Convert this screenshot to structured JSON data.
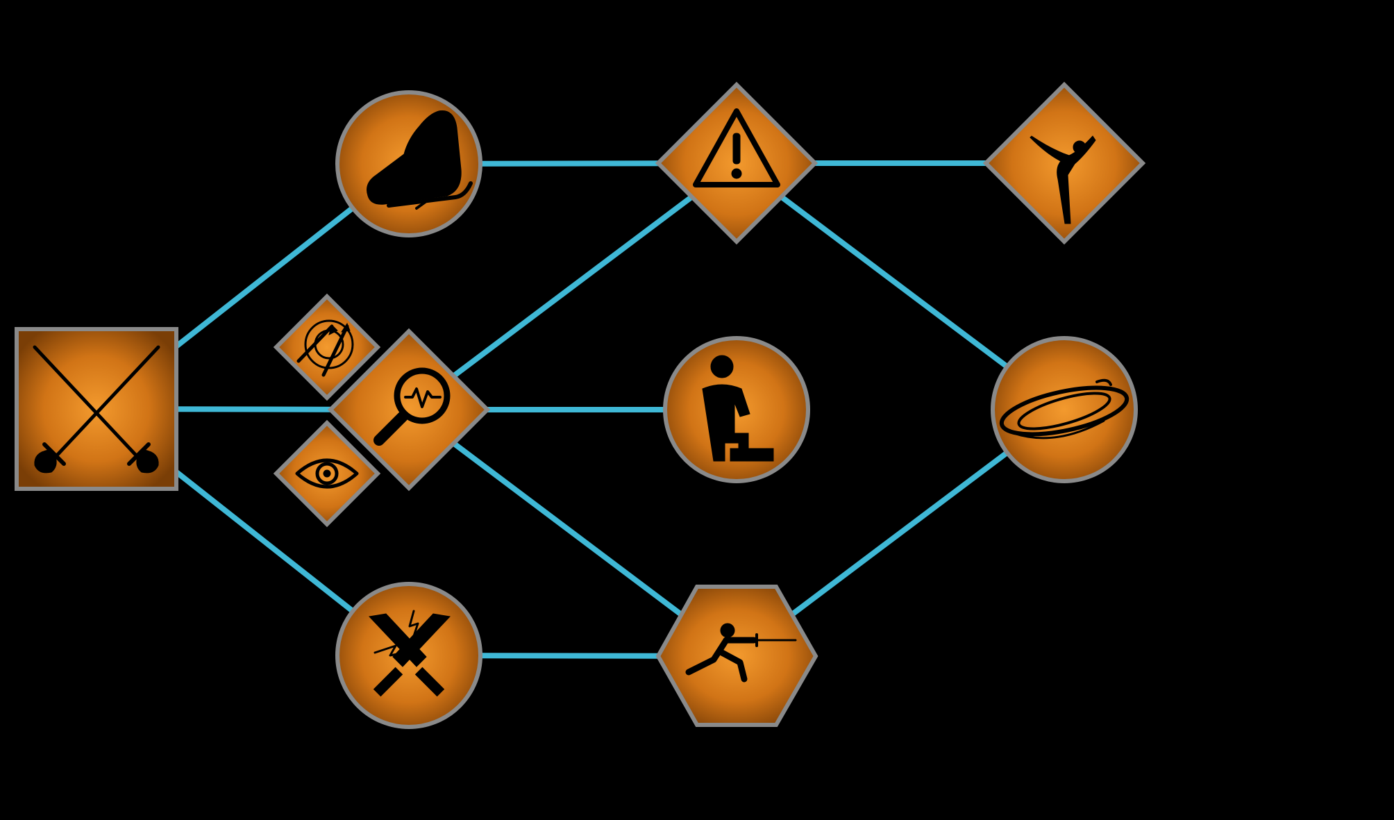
{
  "screen": {
    "background": "#000000",
    "connector_color": "#3fb8d6",
    "node_fill_center": "#f39a2e",
    "node_fill_edge": "#7a3e06",
    "node_border": "#8a8a8a"
  },
  "nodes": [
    {
      "id": "root",
      "shape": "square",
      "icon": "crossed-swords-icon"
    },
    {
      "id": "sprint",
      "shape": "circle",
      "icon": "running-shoe-icon"
    },
    {
      "id": "analyze",
      "shape": "diamond",
      "icon": "magnifier-pulse-icon"
    },
    {
      "id": "bleed",
      "shape": "circle",
      "icon": "broken-swords-icon"
    },
    {
      "id": "precision",
      "shape": "diamond-small",
      "icon": "target-arrows-icon"
    },
    {
      "id": "perception",
      "shape": "diamond-small",
      "icon": "eye-target-icon"
    },
    {
      "id": "warning",
      "shape": "diamond",
      "icon": "warning-triangle-icon"
    },
    {
      "id": "stance",
      "shape": "circle",
      "icon": "step-up-figure-icon"
    },
    {
      "id": "lunge",
      "shape": "hexagon",
      "icon": "fencer-lunge-icon"
    },
    {
      "id": "agility",
      "shape": "diamond",
      "icon": "acrobat-figure-icon"
    },
    {
      "id": "whirl",
      "shape": "circle",
      "icon": "orbit-rings-icon"
    }
  ],
  "connections": [
    [
      "root",
      "sprint"
    ],
    [
      "root",
      "analyze"
    ],
    [
      "root",
      "bleed"
    ],
    [
      "sprint",
      "warning"
    ],
    [
      "analyze",
      "warning"
    ],
    [
      "analyze",
      "stance"
    ],
    [
      "analyze",
      "lunge"
    ],
    [
      "bleed",
      "lunge"
    ],
    [
      "warning",
      "agility"
    ],
    [
      "warning",
      "whirl"
    ],
    [
      "lunge",
      "whirl"
    ]
  ]
}
